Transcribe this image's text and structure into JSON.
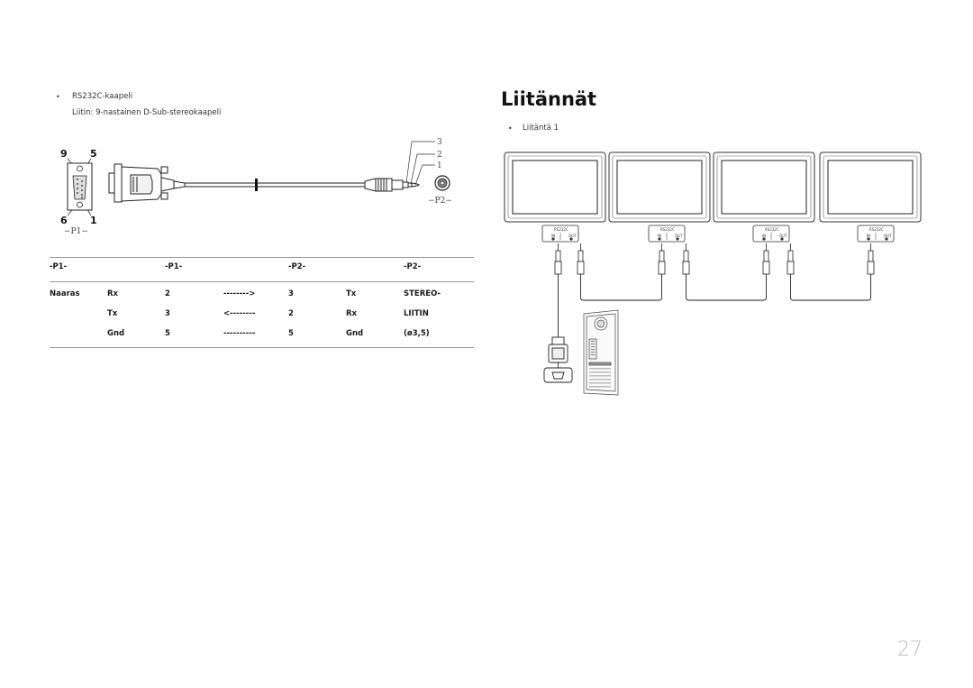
{
  "left": {
    "bullet": "•",
    "cable_title": "RS232C-kaapeli",
    "connector_desc": "Liitin: 9-nastainen D-Sub-stereokaapeli",
    "diagram": {
      "pin_top_left": "9",
      "pin_top_right": "5",
      "pin_bottom_left": "6",
      "pin_bottom_right": "1",
      "p1_label": "−P1−",
      "p2_label": "−P2−",
      "plug_pin_3": "3",
      "plug_pin_2": "2",
      "plug_pin_1": "1"
    },
    "table": {
      "headers": [
        "-P1-",
        "-P1-",
        "-P2-",
        "-P2-"
      ],
      "rows": [
        [
          "Naaras",
          "Rx",
          "2",
          "-------->",
          "3",
          "Tx",
          "STEREO-"
        ],
        [
          "",
          "Tx",
          "3",
          "<--------",
          "2",
          "Rx",
          "LIITIN"
        ],
        [
          "",
          "Gnd",
          "5",
          "----------",
          "5",
          "Gnd",
          "(ø3,5)"
        ]
      ]
    }
  },
  "right": {
    "title": "Liitännät",
    "bullet": "•",
    "item": "Liitäntä 1",
    "displays": [
      {
        "port_label": "RS232C",
        "in_label": "IN",
        "out_label": "OUT"
      },
      {
        "port_label": "RS232C",
        "in_label": "IN",
        "out_label": "OUT"
      },
      {
        "port_label": "RS232C",
        "in_label": "IN",
        "out_label": "OUT"
      },
      {
        "port_label": "RS232C",
        "in_label": "IN",
        "out_label": "OUT"
      }
    ]
  },
  "page_number": "27"
}
